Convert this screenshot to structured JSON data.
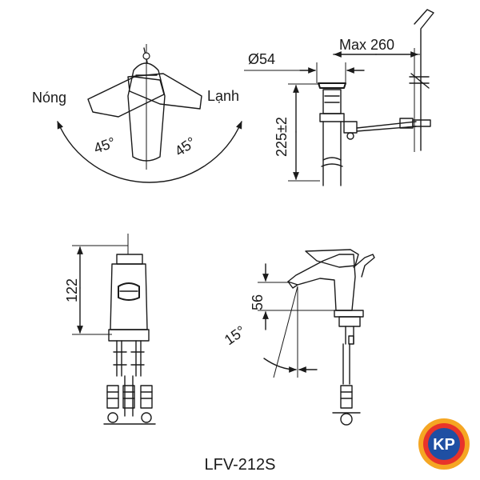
{
  "labels": {
    "hot": "Nóng",
    "cold": "Lạnh",
    "angle_left": "45°",
    "angle_right": "45°",
    "diameter": "Ø54",
    "max_length": "Max 260",
    "height_225": "225±2",
    "height_122": "122",
    "height_56": "56",
    "angle_15": "15°"
  },
  "model": "LFV-212S",
  "logo": {
    "text": "KP",
    "colors": {
      "ring": "#f5a623",
      "outer": "#e8332a",
      "inner": "#1f4fa3"
    }
  }
}
